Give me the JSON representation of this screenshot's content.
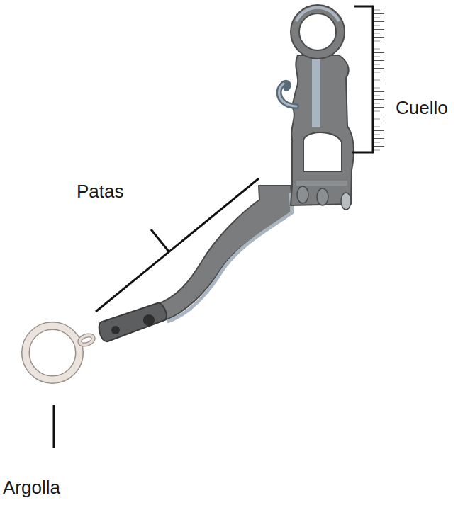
{
  "diagram": {
    "labels": [
      "Cuello",
      "Patas",
      "Argolla"
    ]
  }
}
